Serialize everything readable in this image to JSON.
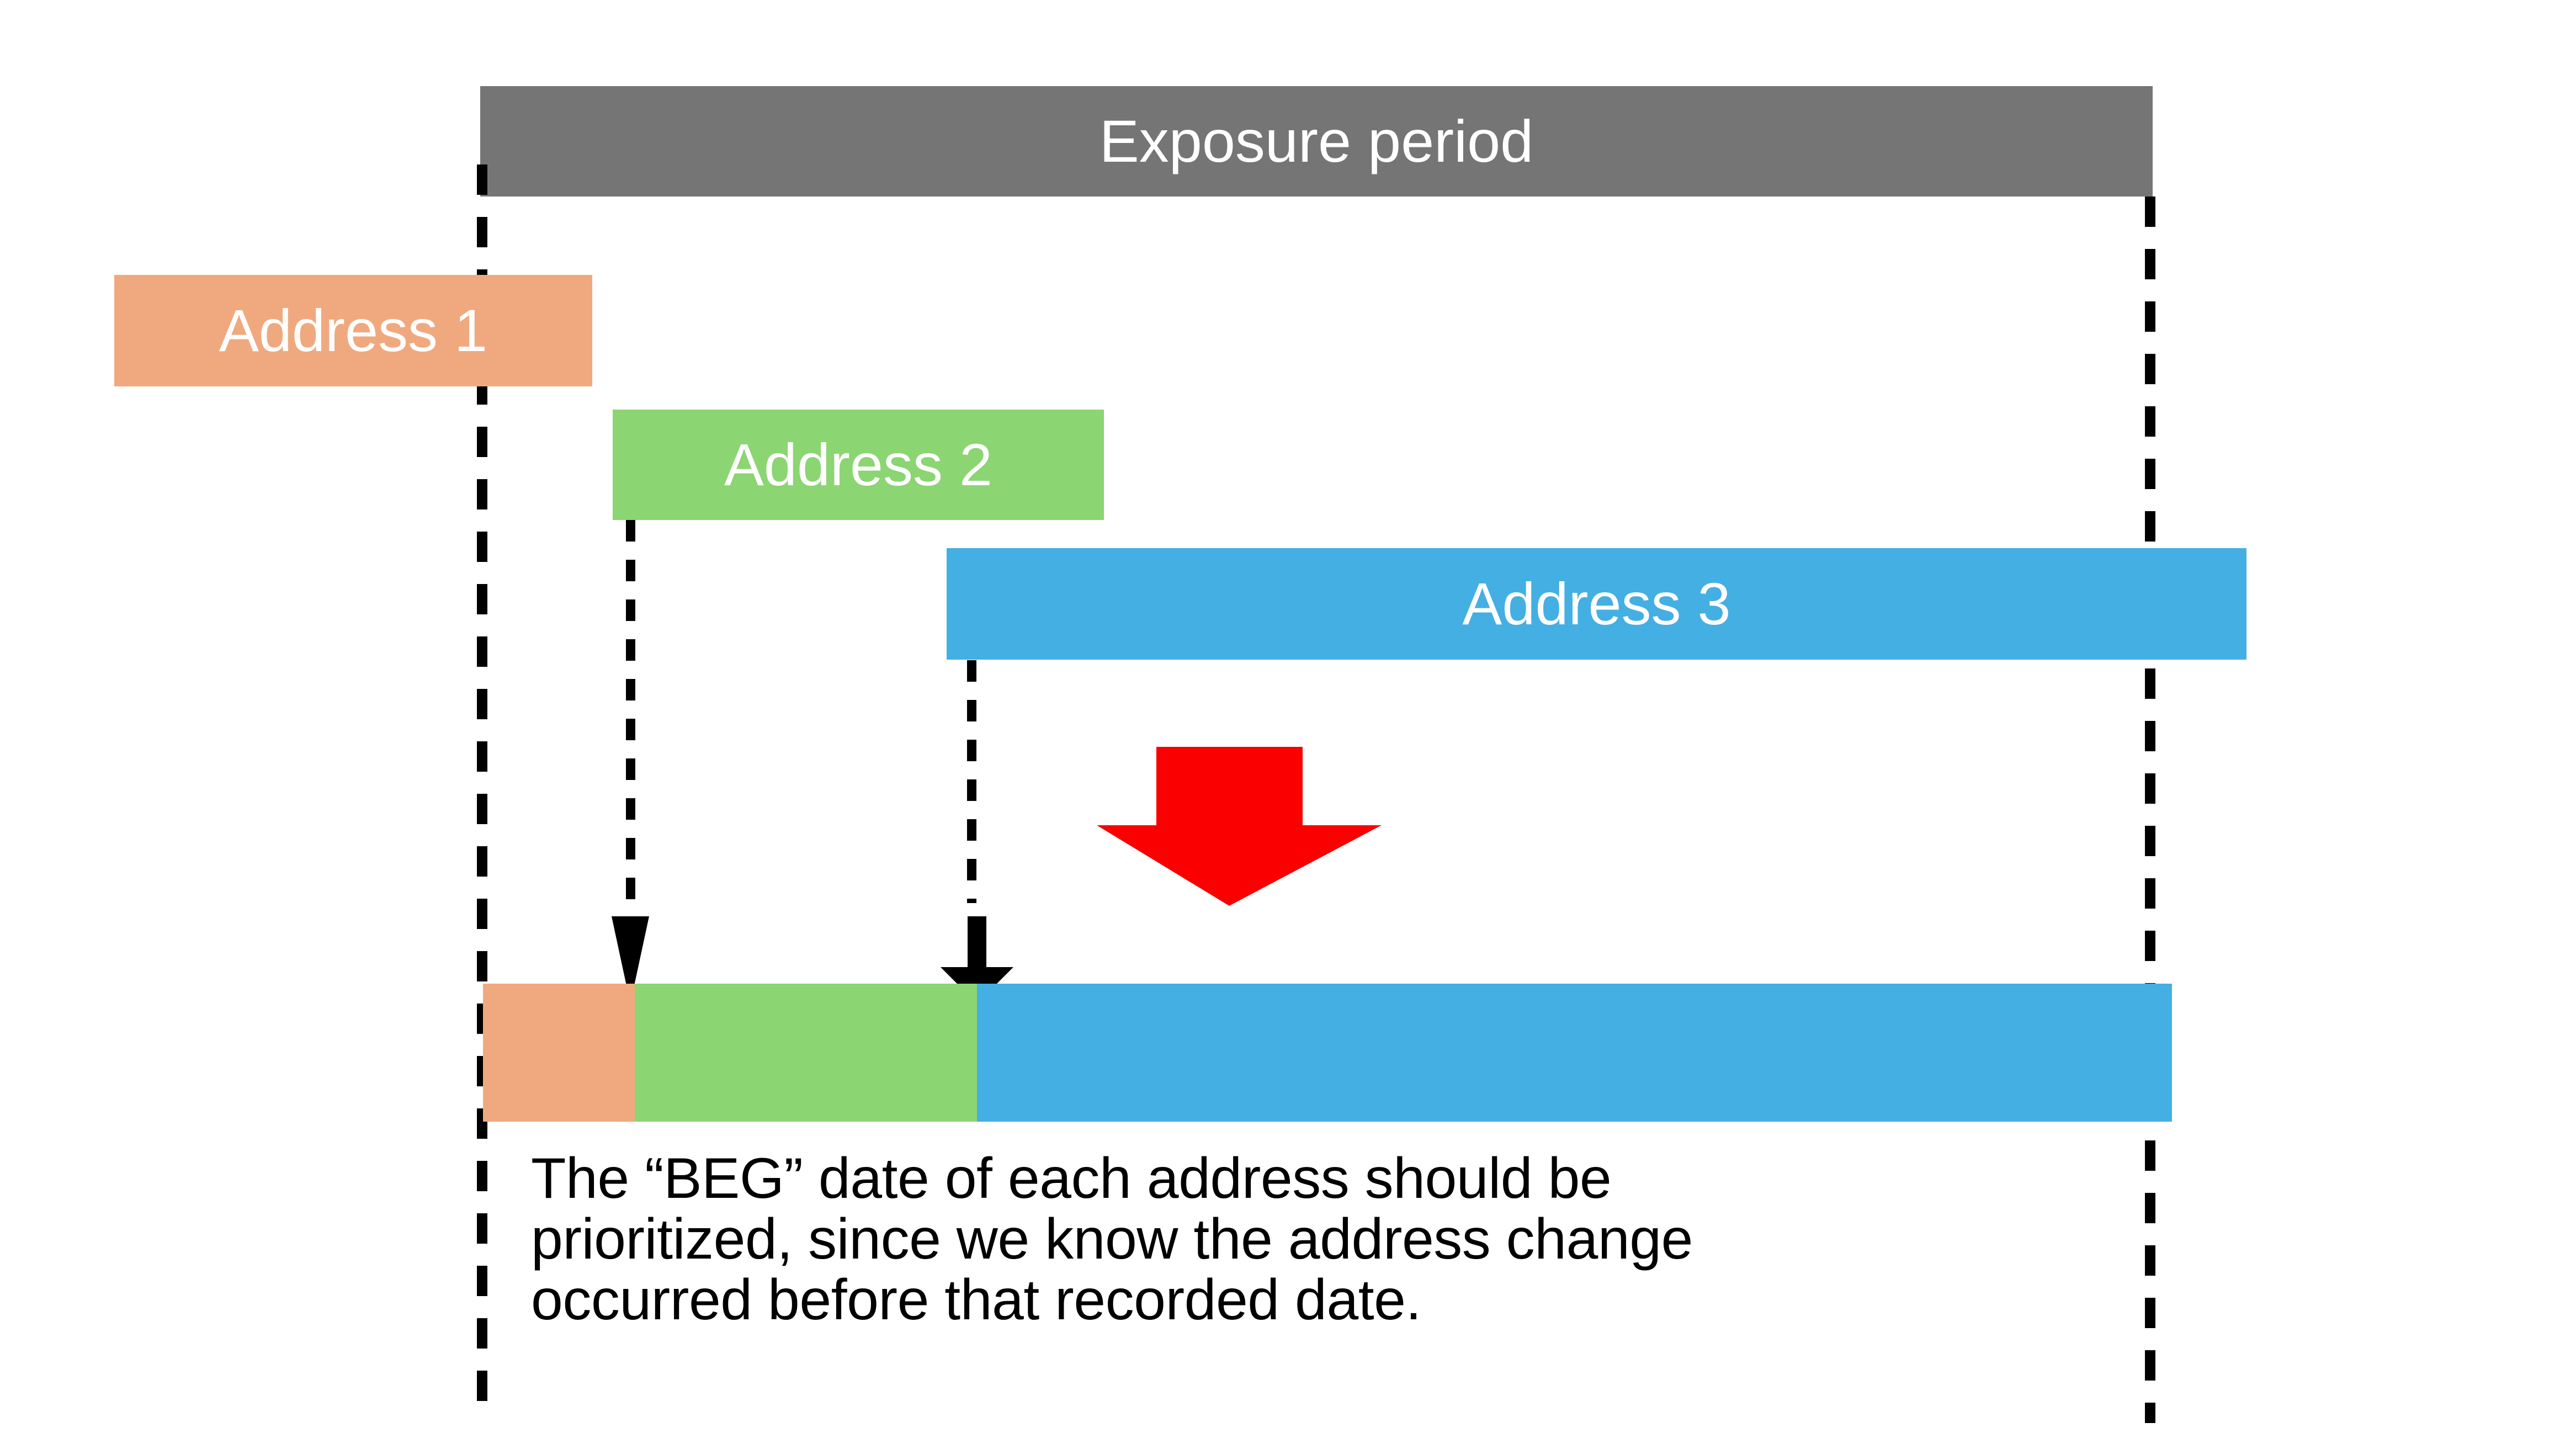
{
  "figure": {
    "type": "timeline-diagram",
    "background_color": "#ffffff"
  },
  "exposure": {
    "label": "Exposure period",
    "color": "#757575",
    "text_color": "#ffffff"
  },
  "addresses": [
    {
      "label": "Address 1",
      "color": "#f0a97f",
      "text_color": "#ffffff",
      "order": 1
    },
    {
      "label": "Address 2",
      "color": "#8bd572",
      "text_color": "#ffffff",
      "order": 2
    },
    {
      "label": "Address 3",
      "color": "#44afe2",
      "text_color": "#ffffff",
      "order": 3
    }
  ],
  "stacked_bar": {
    "segments": [
      {
        "name": "Address 1",
        "color": "#f0a97f"
      },
      {
        "name": "Address 2",
        "color": "#8bd572"
      },
      {
        "name": "Address 3",
        "color": "#44afe2"
      }
    ]
  },
  "markers": {
    "dashed_line_color": "#000000",
    "black_arrow_color": "#000000",
    "red_arrow_color": "#fa0000"
  },
  "caption": {
    "lines": [
      "The “BEG” date of each address should be",
      "prioritized, since we know the address change",
      "occurred before that recorded date."
    ],
    "text_color": "#000000"
  }
}
